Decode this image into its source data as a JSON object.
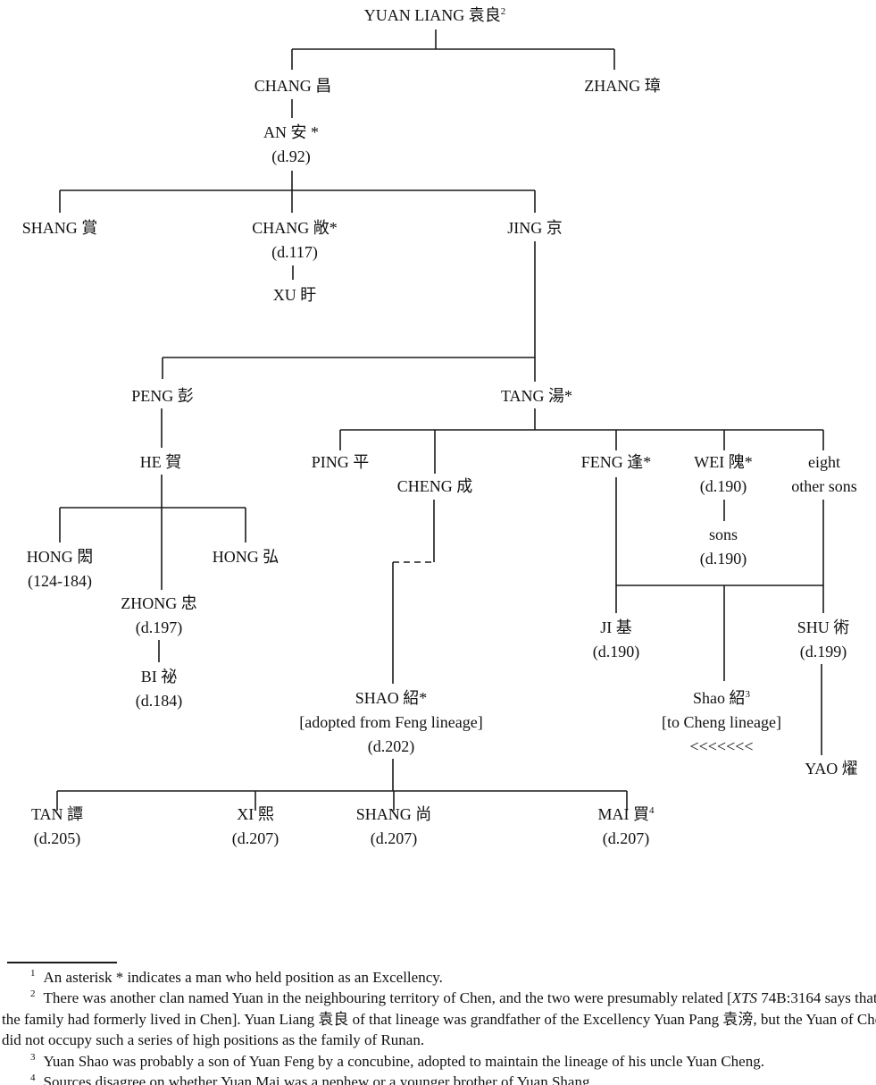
{
  "tree": {
    "nodes": {
      "yuan_liang": {
        "name": "YUAN LIANG 袁良",
        "sup": "2"
      },
      "chang1": {
        "name": "CHANG 昌"
      },
      "zhang": {
        "name": "ZHANG 璋"
      },
      "an": {
        "name": "AN 安 *",
        "dates": "(d.92)"
      },
      "shang1": {
        "name": "SHANG 賞"
      },
      "chang2": {
        "name": "CHANG 敞*",
        "dates": "(d.117)"
      },
      "xu": {
        "name": "XU 盱"
      },
      "jing": {
        "name": "JING 京"
      },
      "peng": {
        "name": "PENG 彭"
      },
      "tang": {
        "name": "TANG 湯*"
      },
      "he": {
        "name": "HE 賀"
      },
      "ping": {
        "name": "PING 平"
      },
      "cheng": {
        "name": "CHENG 成"
      },
      "feng": {
        "name": "FENG 逢*"
      },
      "wei": {
        "name": "WEI 隗*",
        "dates": "(d.190)"
      },
      "eight_sons": {
        "line1": "eight",
        "line2": "other sons"
      },
      "sons": {
        "name": "sons",
        "dates": "(d.190)"
      },
      "hong1": {
        "name": "HONG 閎",
        "dates": "(124-184)"
      },
      "zhong": {
        "name": "ZHONG 忠",
        "dates": "(d.197)"
      },
      "hong2": {
        "name": "HONG 弘"
      },
      "bi": {
        "name": "BI 祕",
        "dates": "(d.184)"
      },
      "ji": {
        "name": "JI 基",
        "dates": "(d.190)"
      },
      "shao_to_cheng": {
        "name": "Shao 紹",
        "sup": "3",
        "note": "[to Cheng lineage]",
        "arrows": "<<<<<<<"
      },
      "shu": {
        "name": "SHU 術",
        "dates": "(d.199)"
      },
      "shao": {
        "name": "SHAO 紹*",
        "note": "[adopted from Feng lineage]",
        "dates": "(d.202)"
      },
      "yao": {
        "name": "YAO 燿"
      },
      "tan": {
        "name": "TAN 譚",
        "dates": "(d.205)"
      },
      "xi": {
        "name": "XI 熙",
        "dates": "(d.207)"
      },
      "shang2": {
        "name": "SHANG 尚",
        "dates": "(d.207)"
      },
      "mai": {
        "name": "MAI 買",
        "sup": "4",
        "dates": "(d.207)"
      }
    }
  },
  "footnotes": {
    "fn1": {
      "marker": "1",
      "text": "An asterisk * indicates a man who held position as an Excellency."
    },
    "fn2": {
      "marker": "2",
      "l1a": "There was another clan named Yuan in the neighbouring territory of Chen, and the two were presumably related [",
      "l1_italic": "XTS",
      "l1b": " 74B:3164 says that",
      "l2": "the family had formerly lived in Chen]. Yuan Liang 袁良 of that lineage was grandfather of the Excellency Yuan Pang 袁滂, but the Yuan of Chen",
      "l3": "did not occupy such a series of high positions as the family of Runan."
    },
    "fn3": {
      "marker": "3",
      "text": "Yuan Shao was probably a son of Yuan Feng by a concubine, adopted to maintain the lineage of his uncle Yuan Cheng."
    },
    "fn4": {
      "marker": "4",
      "text": "Sources disagree on whether Yuan Mai was a nephew or a younger brother of Yuan Shang."
    }
  }
}
